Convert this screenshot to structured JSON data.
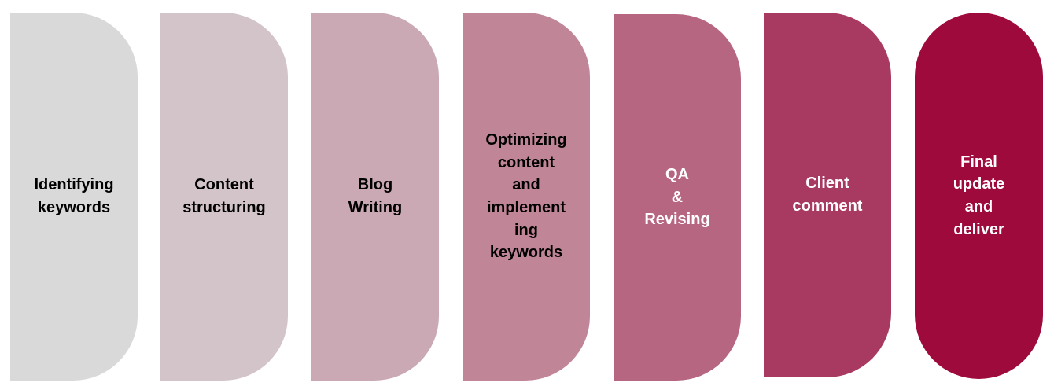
{
  "steps": [
    {
      "label": "Identifying\nkeywords",
      "bg": "#d9d9d9",
      "color": "#000000"
    },
    {
      "label": "Content\nstructuring",
      "bg": "#d3c4c9",
      "color": "#000000"
    },
    {
      "label": "Blog\nWriting",
      "bg": "#caa9b5",
      "color": "#000000"
    },
    {
      "label": "Optimizing\ncontent\nand\nimplement\ning\nkeywords",
      "bg": "#c08698",
      "color": "#000000"
    },
    {
      "label": "QA\n&\nRevising",
      "bg": "#b76681",
      "color": "#ffffff"
    },
    {
      "label": "Client\ncomment",
      "bg": "#a83a61",
      "color": "#ffffff"
    },
    {
      "label": "Final\nupdate\nand\ndeliver",
      "bg": "#9d0a3b",
      "color": "#ffffff"
    }
  ]
}
